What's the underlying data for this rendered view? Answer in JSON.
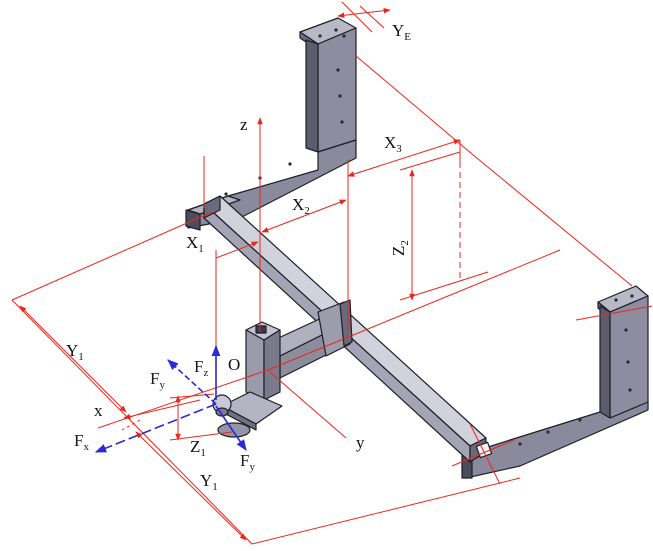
{
  "labels": {
    "ye": {
      "main": "Y",
      "sub": "E"
    },
    "x3": {
      "main": "X",
      "sub": "3"
    },
    "z": {
      "main": "z"
    },
    "x2": {
      "main": "X",
      "sub": "2"
    },
    "z2": {
      "main": "Z",
      "sub": "2"
    },
    "x1": {
      "main": "X",
      "sub": "1"
    },
    "y1a": {
      "main": "Y",
      "sub": "1"
    },
    "fy1": {
      "main": "F",
      "sub": "y"
    },
    "fz": {
      "main": "F",
      "sub": "z"
    },
    "o": {
      "main": "O"
    },
    "x": {
      "main": "x"
    },
    "fx": {
      "main": "F",
      "sub": "x"
    },
    "z1": {
      "main": "Z",
      "sub": "1"
    },
    "fy2": {
      "main": "F",
      "sub": "y"
    },
    "y": {
      "main": "y"
    },
    "y1b": {
      "main": "Y",
      "sub": "1"
    }
  },
  "colors": {
    "dimension": "#e8281e",
    "force": "#2a2ad8",
    "steel_light": "#c8c8d4",
    "steel_mid": "#9a9aac",
    "steel_dark": "#555566",
    "outline": "#1e1e28"
  }
}
